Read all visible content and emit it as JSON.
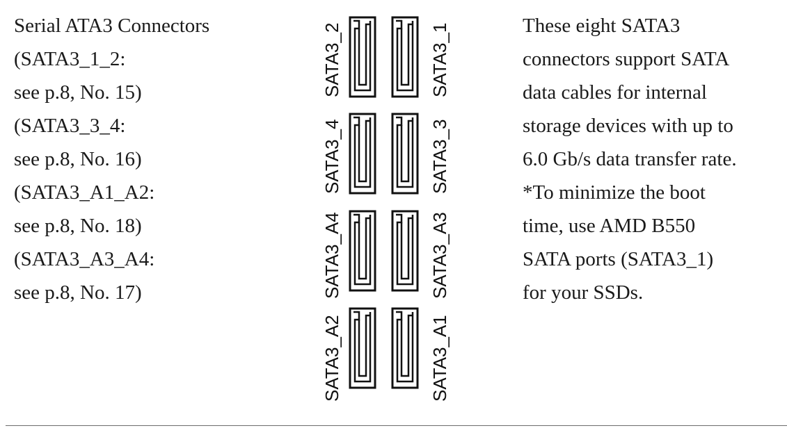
{
  "left_column": {
    "lines": [
      "Serial ATA3 Connectors",
      "(SATA3_1_2:",
      "see p.8, No. 15)",
      "(SATA3_3_4:",
      "see p.8, No. 16)",
      "(SATA3_A1_A2:",
      "see p.8, No. 18)",
      "(SATA3_A3_A4:",
      "see p.8, No. 17)"
    ]
  },
  "diagram": {
    "ports": [
      {
        "left_label": "SATA3_2",
        "right_label": "SATA3_1"
      },
      {
        "left_label": "SATA3_4",
        "right_label": "SATA3_3"
      },
      {
        "left_label": "SATA3_A4",
        "right_label": "SATA3_A3"
      },
      {
        "left_label": "SATA3_A2",
        "right_label": "SATA3_A1"
      }
    ]
  },
  "right_column": {
    "lines": [
      "These eight SATA3",
      "connectors support SATA",
      "data cables for internal",
      "storage devices with up to",
      "6.0 Gb/s data transfer rate.",
      "*To minimize the boot",
      "time, use AMD B550",
      "SATA ports (SATA3_1)",
      "for your SSDs."
    ]
  }
}
